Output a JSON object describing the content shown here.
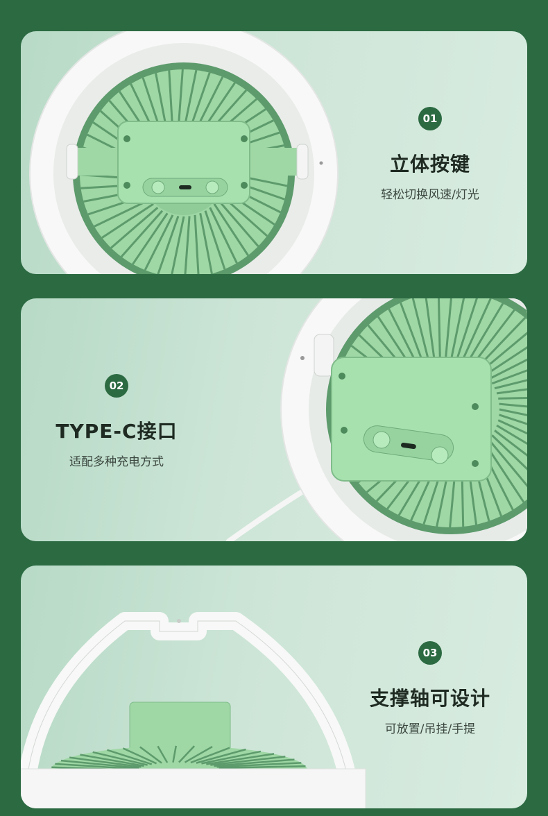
{
  "colors": {
    "background": "#2c6a42",
    "card": "#cde5d7",
    "badge": "#2c6a42",
    "fan_green": "#9fd7a5",
    "fan_dark_green": "#5d9b6c",
    "frame_white": "#f7f8f7"
  },
  "sections": [
    {
      "number": "01",
      "title": "立体按键",
      "subtitle": "轻松切换风速/灯光"
    },
    {
      "number": "02",
      "title": "TYPE-C接口",
      "subtitle": "适配多种充电方式"
    },
    {
      "number": "03",
      "title": "支撑轴可设计",
      "subtitle": "可放置/吊挂/手提"
    }
  ],
  "icons": [
    "power-icon",
    "light-icon",
    "usb-c-port-icon"
  ]
}
